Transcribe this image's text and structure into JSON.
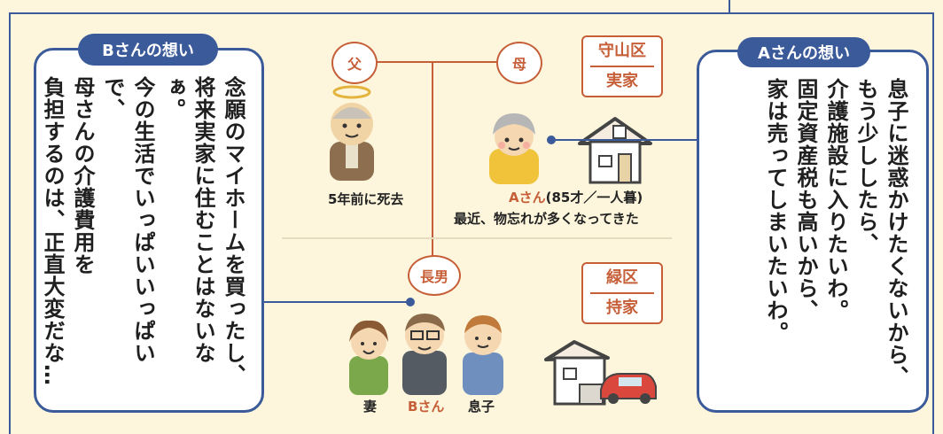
{
  "b_box": {
    "badge": "Bさんの想い",
    "lines": [
      "念願のマイホームを買ったし、",
      "将来実家に住むことはないなぁ。",
      "今の生活でいっぱいいっぱいで、",
      "母さんの介護費用を",
      "負担するのは、正直大変だな…"
    ]
  },
  "a_box": {
    "badge": "Aさんの想い",
    "lines": [
      "息子に迷惑かけたくないから、",
      "もう少ししたら、",
      "介護施設に入りたいわ。",
      "固定資産税も高いから、",
      "家は売ってしまいたいわ。"
    ]
  },
  "tree": {
    "father_label": "父",
    "mother_label": "母",
    "son_label": "長男",
    "father_caption": "5年前に死去",
    "mother_caption_name": "Aさん",
    "mother_caption_detail": "(85才／一人暮)",
    "mother_caption_line2": "最近、物忘れが多くなってきた"
  },
  "places": {
    "moriyama_top": "守山区",
    "moriyama_bottom": "実家",
    "midori_top": "緑区",
    "midori_bottom": "持家"
  },
  "family": {
    "wife": "妻",
    "b": "Bさん",
    "son": "息子"
  },
  "colors": {
    "navy": "#3b5a9a",
    "accent": "#c65f38",
    "background": "#fdf6dc"
  }
}
